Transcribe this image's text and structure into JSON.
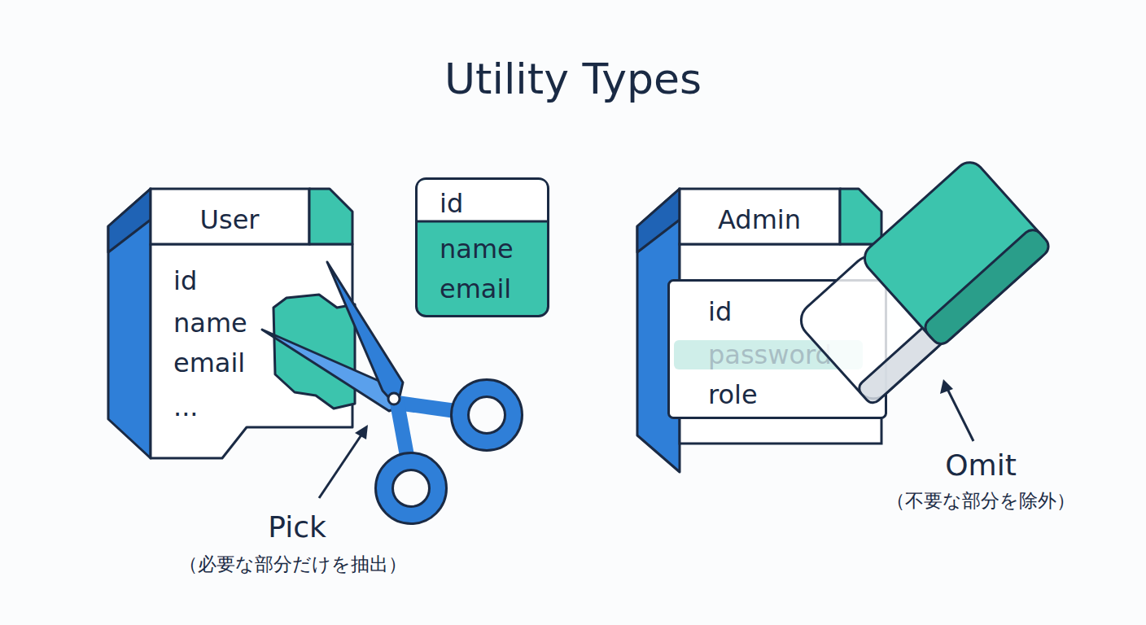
{
  "diagram": {
    "title": "Utility Types",
    "nodes": [
      {
        "text": [
          "User",
          "id",
          "name",
          "email",
          "..."
        ]
      },
      {
        "text": [
          "id",
          "name",
          "email"
        ]
      },
      {
        "text": [
          "Admin"
        ]
      },
      {
        "text": [
          "id",
          "password",
          "role"
        ],
        "in": 2
      }
    ],
    "labels": [
      "Pick",
      "（必要な部分だけを抽出）",
      "Omit",
      "（不要な部分を除外）"
    ]
  }
}
